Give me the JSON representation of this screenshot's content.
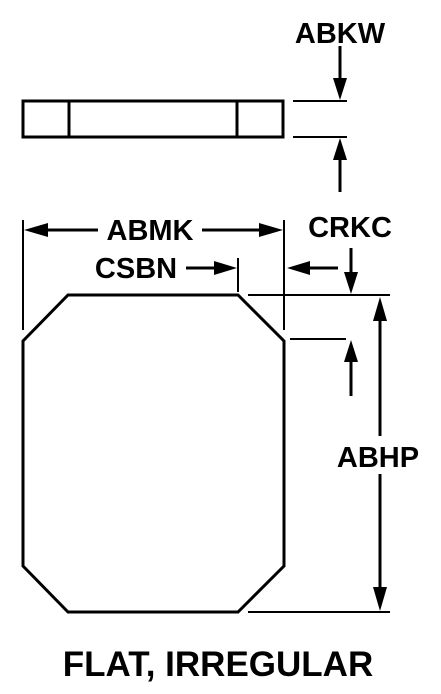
{
  "labels": {
    "abkw": "ABKW",
    "abmk": "ABMK",
    "csbn": "CSBN",
    "crkc": "CRKC",
    "abhp": "ABHP"
  },
  "caption": "FLAT, IRREGULAR",
  "colors": {
    "ink": "#000000",
    "background": "#ffffff"
  }
}
